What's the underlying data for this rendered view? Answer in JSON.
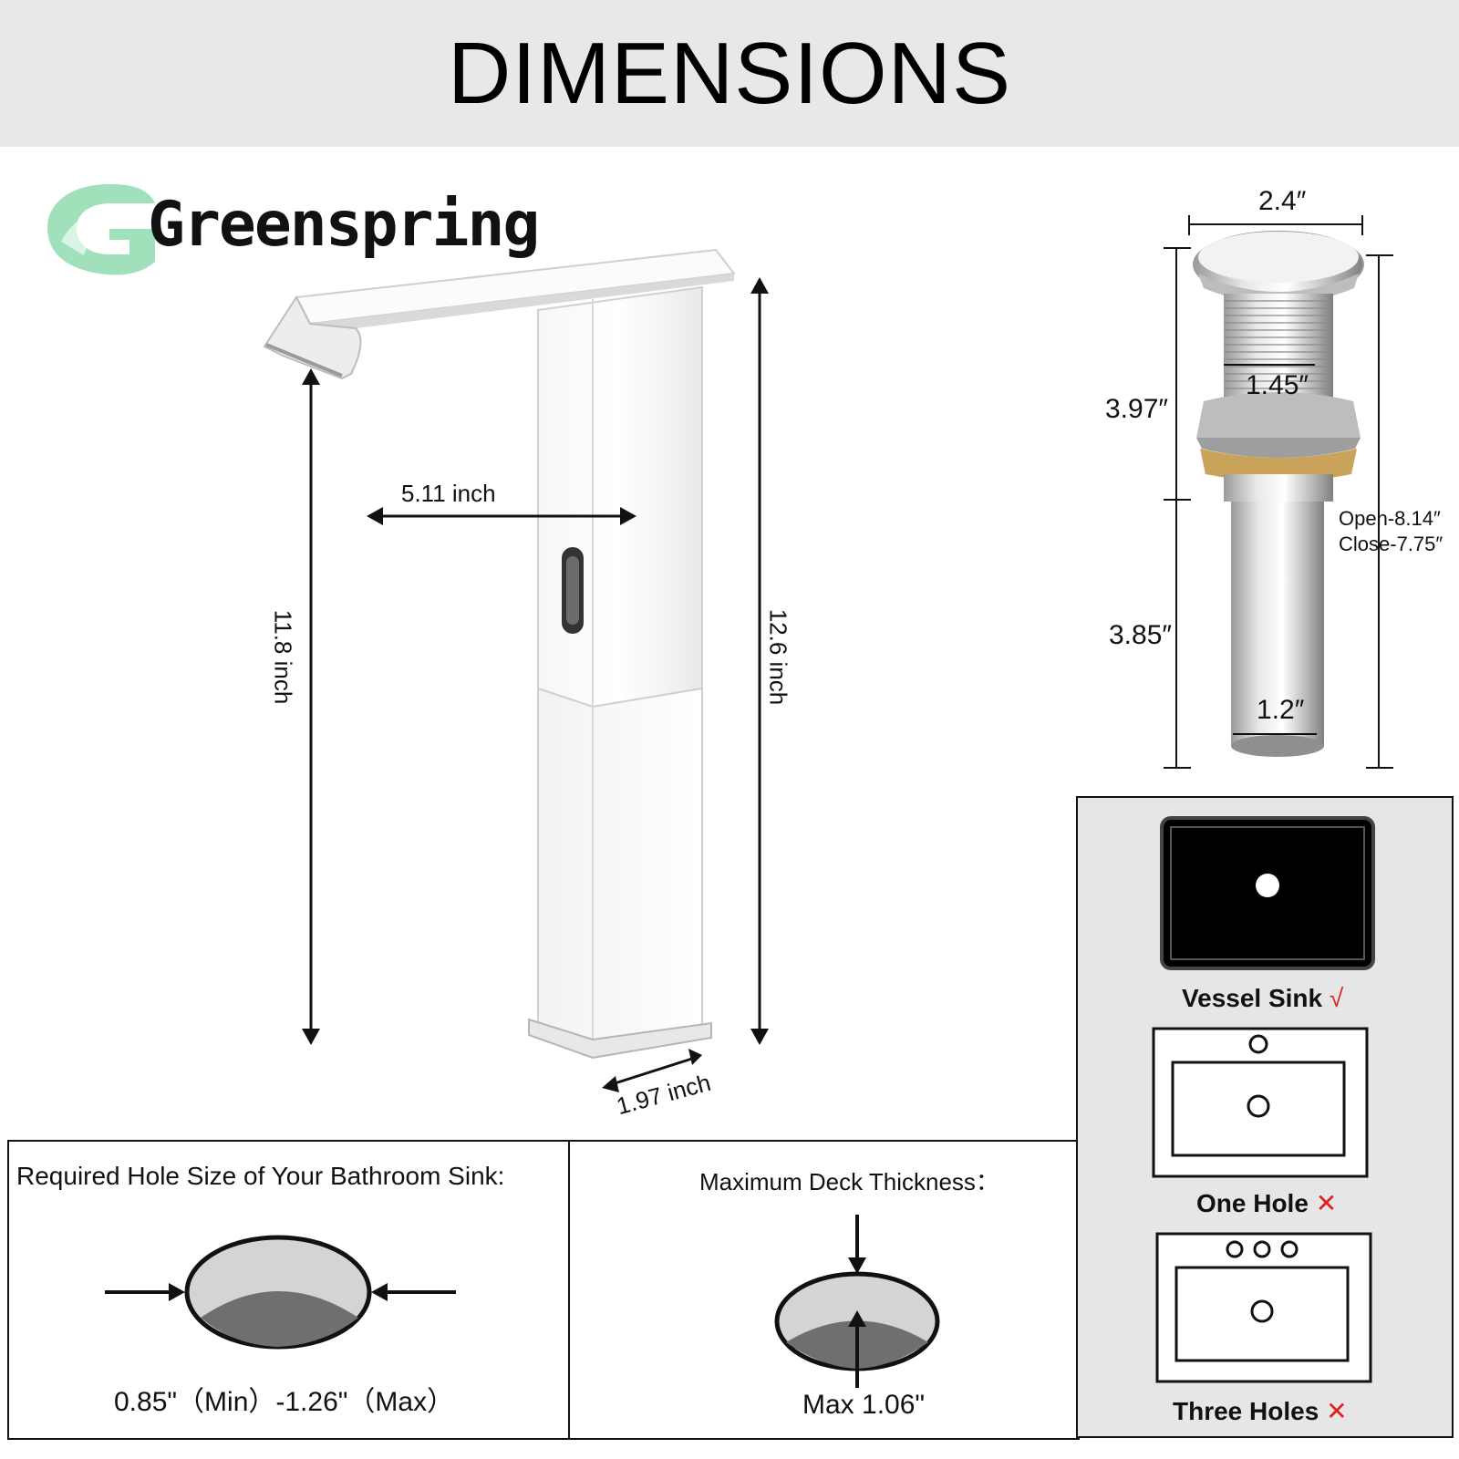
{
  "header": {
    "title": "DIMENSIONS"
  },
  "brand": {
    "name": "Greenspring",
    "accent": "#7ccfa0"
  },
  "faucet": {
    "spout_reach": "5.11 inch",
    "spout_height": "11.8 inch",
    "total_height": "12.6 inch",
    "base_width": "1.97 inch"
  },
  "drain": {
    "cap_diameter": "2.4″",
    "thread_diameter": "1.45″",
    "upper_length": "3.97″",
    "lower_length": "3.85″",
    "tail_diameter": "1.2″",
    "open_length": "Open-8.14″",
    "close_length": "Close-7.75″"
  },
  "hole_size": {
    "title": "Required Hole Size of Your Bathroom Sink:",
    "value": "0.85\"（Min）-1.26\"（Max）"
  },
  "deck": {
    "title": "Maximum Deck Thickness：",
    "value": "Max 1.06\""
  },
  "sink_types": [
    {
      "label": "Vessel Sink",
      "mark": "√"
    },
    {
      "label": "One Hole",
      "mark": "✕"
    },
    {
      "label": "Three Holes",
      "mark": "✕"
    }
  ]
}
